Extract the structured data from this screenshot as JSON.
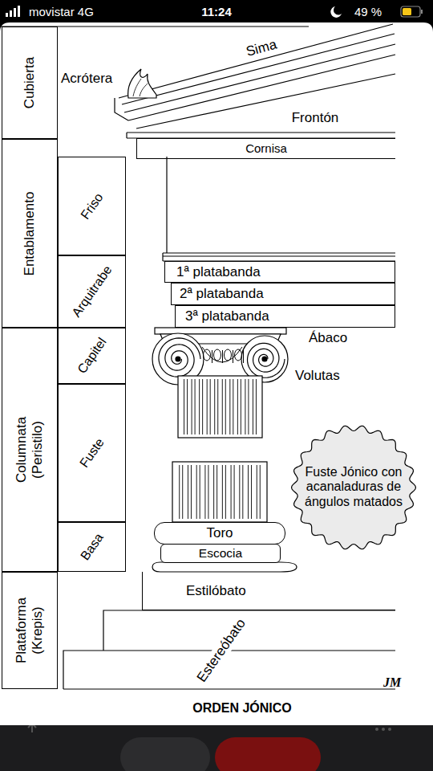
{
  "diagram": {
    "title": "ORDEN JÓNICO",
    "nodes": [
      {
        "text": [
          "Cubierta"
        ]
      },
      {
        "text": [
          "Entablamento"
        ]
      },
      {
        "text": [
          "Friso"
        ]
      },
      {
        "text": [
          "Arquitrabe"
        ]
      },
      {
        "text": [
          "Columnata (Peristilo)"
        ]
      },
      {
        "text": [
          "Capitel"
        ]
      },
      {
        "text": [
          "Fuste"
        ]
      },
      {
        "text": [
          "Basa"
        ]
      },
      {
        "text": [
          "Plataforma (Krepis)"
        ]
      },
      {
        "text": [
          "Cornisa"
        ]
      },
      {
        "text": [
          "1ª platabanda"
        ]
      },
      {
        "text": [
          "2ª platabanda"
        ]
      },
      {
        "text": [
          "3ª platabanda"
        ]
      },
      {
        "text": [
          "Toro"
        ]
      },
      {
        "text": [
          "Escocia"
        ]
      },
      {
        "text": [
          "Estilóbato"
        ]
      },
      {
        "text": [
          "Fuste Jónico con acanaladuras de ángulos matados"
        ]
      }
    ],
    "labels": [
      "movistar 4G",
      "11:24",
      "49 %",
      "Acrótera",
      "Sima",
      "Frontón",
      "Ábaco",
      "Volutas",
      "Estereóbato",
      "JM"
    ]
  }
}
